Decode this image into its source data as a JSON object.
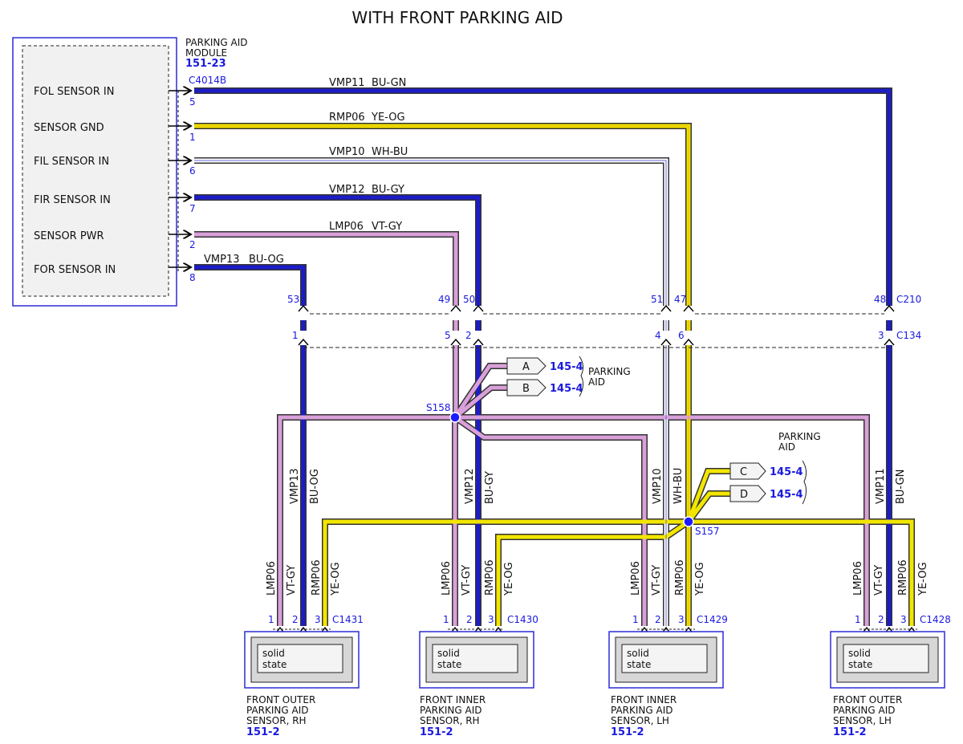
{
  "title": "WITH FRONT PARKING AID",
  "module": {
    "name_line1": "PARKING AID",
    "name_line2": "MODULE",
    "ref": "151-23",
    "connector": "C4014B",
    "pins": [
      {
        "label": "FOL SENSOR IN",
        "pin": "5"
      },
      {
        "label": "SENSOR GND",
        "pin": "1"
      },
      {
        "label": "FIL SENSOR IN",
        "pin": "6"
      },
      {
        "label": "FIR SENSOR IN",
        "pin": "7"
      },
      {
        "label": "SENSOR PWR",
        "pin": "2"
      },
      {
        "label": "FOR SENSOR IN",
        "pin": "8"
      }
    ]
  },
  "wires": {
    "w_fol": {
      "circuit": "VMP11",
      "color": "BU-GN"
    },
    "w_gnd": {
      "circuit": "RMP06",
      "color": "YE-OG"
    },
    "w_fil": {
      "circuit": "VMP10",
      "color": "WH-BU"
    },
    "w_fir": {
      "circuit": "VMP12",
      "color": "BU-GY"
    },
    "w_pwr": {
      "circuit": "LMP06",
      "color": "VT-GY"
    },
    "w_for": {
      "circuit": "VMP13",
      "color": "BU-OG"
    }
  },
  "c210": {
    "name": "C210",
    "pins": {
      "p53": "53",
      "p49": "49",
      "p50": "50",
      "p51": "51",
      "p47": "47",
      "p48": "48"
    }
  },
  "c134": {
    "name": "C134",
    "pins": {
      "p1": "1",
      "p5": "5",
      "p2": "2",
      "p4": "4",
      "p6": "6",
      "p3": "3"
    }
  },
  "splices": {
    "s158": "S158",
    "s157": "S157"
  },
  "refs": {
    "parking_aid_line1": "PARKING",
    "parking_aid_line2": "AID",
    "parking_aid_top": "PARKING",
    "parking_aid_top2": "AID",
    "a": {
      "letter": "A",
      "page": "145-4"
    },
    "b": {
      "letter": "B",
      "page": "145-4"
    },
    "c": {
      "letter": "C",
      "page": "145-4"
    },
    "d": {
      "letter": "D",
      "page": "145-4"
    }
  },
  "mid_labels": {
    "vmp13": "VMP13",
    "bu_og": "BU-OG",
    "vmp12": "VMP12",
    "bu_gy": "BU-GY",
    "vmp10": "VMP10",
    "wh_bu": "WH-BU",
    "vmp11": "VMP11",
    "bu_gn": "BU-GN"
  },
  "sensor_wire_labels": {
    "lmp06": "LMP06",
    "vt_gy": "VT-GY",
    "rmp06": "RMP06",
    "ye_og": "YE-OG",
    "pin1": "1",
    "pin2": "2",
    "pin3": "3"
  },
  "sensors": [
    {
      "connector": "C1431",
      "inner": "solid",
      "inner2": "state",
      "name1": "FRONT OUTER",
      "name2": "PARKING AID",
      "name3": "SENSOR, RH",
      "ref": "151-2"
    },
    {
      "connector": "C1430",
      "inner": "solid",
      "inner2": "state",
      "name1": "FRONT INNER",
      "name2": "PARKING AID",
      "name3": "SENSOR, RH",
      "ref": "151-2"
    },
    {
      "connector": "C1429",
      "inner": "solid",
      "inner2": "state",
      "name1": "FRONT INNER",
      "name2": "PARKING AID",
      "name3": "SENSOR, LH",
      "ref": "151-2"
    },
    {
      "connector": "C1428",
      "inner": "solid",
      "inner2": "state",
      "name1": "FRONT OUTER",
      "name2": "PARKING AID",
      "name3": "SENSOR, LH",
      "ref": "151-2"
    }
  ],
  "palette": {
    "blue": "#1c1cc8",
    "yellow": "#f2e600",
    "violet": "#d9a0d9",
    "white_blue": "#ffffff",
    "label_blue": "#1a1adf"
  }
}
